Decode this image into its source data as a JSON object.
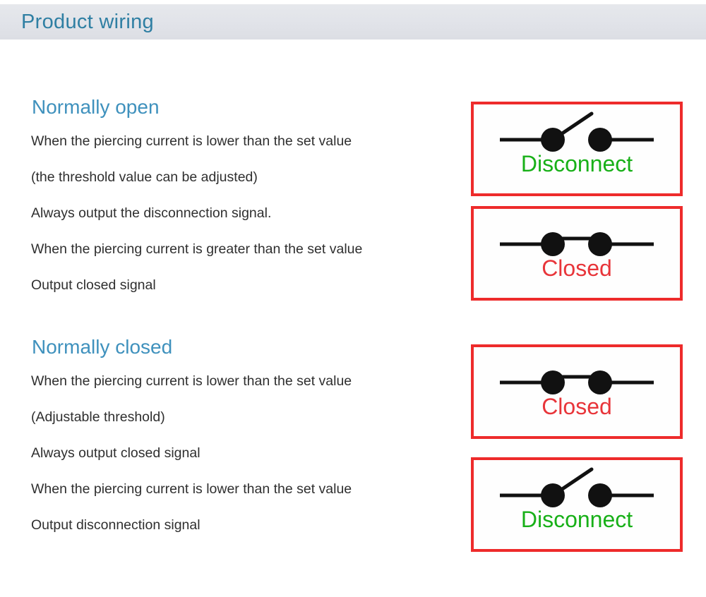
{
  "header": {
    "title": "Product wiring",
    "background_color": "#e2e4e9",
    "title_color": "#2f7fa3"
  },
  "colors": {
    "heading": "#3f91bd",
    "body_text": "#2f2f2f",
    "box_border": "#ee2b2b",
    "disconnect_label": "#18b018",
    "closed_label": "#e8353a",
    "switch_stroke": "#111111"
  },
  "sections": [
    {
      "heading": "Normally open",
      "lines": [
        "When the piercing current is lower than the set value",
        "(the threshold value can be adjusted)",
        "Always output the disconnection signal.",
        "When the piercing current is greater than the set value",
        "Output closed signal"
      ]
    },
    {
      "heading": "Normally closed",
      "lines": [
        "When the piercing current is lower than the set value",
        "(Adjustable threshold)",
        "Always output closed signal",
        "When the piercing current is lower than the set value",
        "Output disconnection signal"
      ]
    }
  ],
  "diagrams": [
    {
      "icon": "switch-open-icon",
      "state": "open",
      "label": "Disconnect",
      "label_color": "#18b018"
    },
    {
      "icon": "switch-closed-icon",
      "state": "closed",
      "label": "Closed",
      "label_color": "#e8353a"
    },
    {
      "icon": "switch-closed-icon",
      "state": "closed",
      "label": "Closed",
      "label_color": "#e8353a"
    },
    {
      "icon": "switch-open-icon",
      "state": "open",
      "label": "Disconnect",
      "label_color": "#18b018"
    }
  ]
}
